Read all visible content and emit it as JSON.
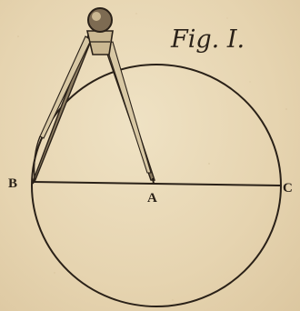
{
  "figure": {
    "title": "Fig. I.",
    "points": {
      "left": "B",
      "center": "A",
      "right": "C"
    },
    "colors": {
      "paper": "#e9d9b8",
      "ink": "#2a2118"
    },
    "instrument": "compass-icon"
  }
}
